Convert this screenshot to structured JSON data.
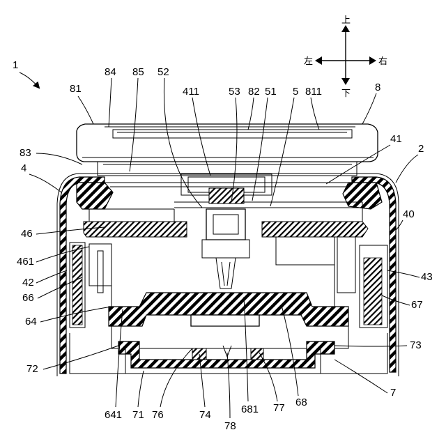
{
  "directions": {
    "up": "上",
    "down": "下",
    "left": "左",
    "right": "右"
  },
  "labels": {
    "l1": "1",
    "l2": "2",
    "l4": "4",
    "l5": "5",
    "l7": "7",
    "l8": "8",
    "l40": "40",
    "l41": "41",
    "l42": "42",
    "l43": "43",
    "l46": "46",
    "l51": "51",
    "l52": "52",
    "l53": "53",
    "l64": "64",
    "l66": "66",
    "l67": "67",
    "l68": "68",
    "l71": "71",
    "l72": "72",
    "l73": "73",
    "l74": "74",
    "l76": "76",
    "l77": "77",
    "l78": "78",
    "l81": "81",
    "l82": "82",
    "l83": "83",
    "l84": "84",
    "l85": "85",
    "l411": "411",
    "l461": "461",
    "l641": "641",
    "l681": "681",
    "l811": "811"
  }
}
